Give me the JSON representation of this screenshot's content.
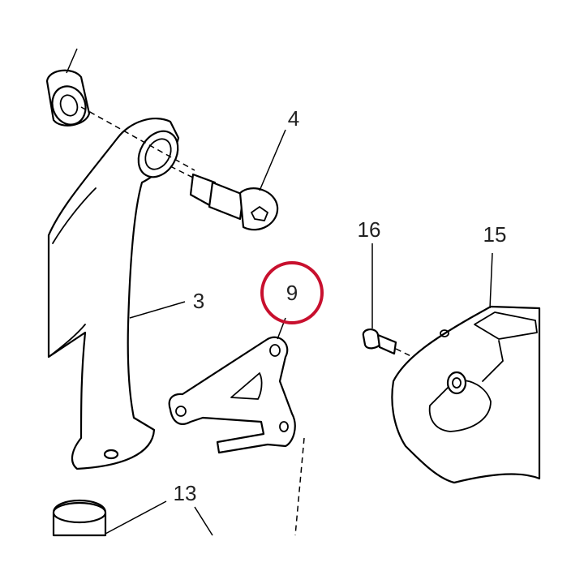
{
  "callouts": {
    "part_3": "3",
    "part_4": "4",
    "part_9": "9",
    "part_13": "13",
    "part_15": "15",
    "part_16": "16"
  },
  "highlight": {
    "target": "9",
    "color": "#c8102e"
  },
  "colors": {
    "line": "#000000",
    "background": "#ffffff"
  }
}
